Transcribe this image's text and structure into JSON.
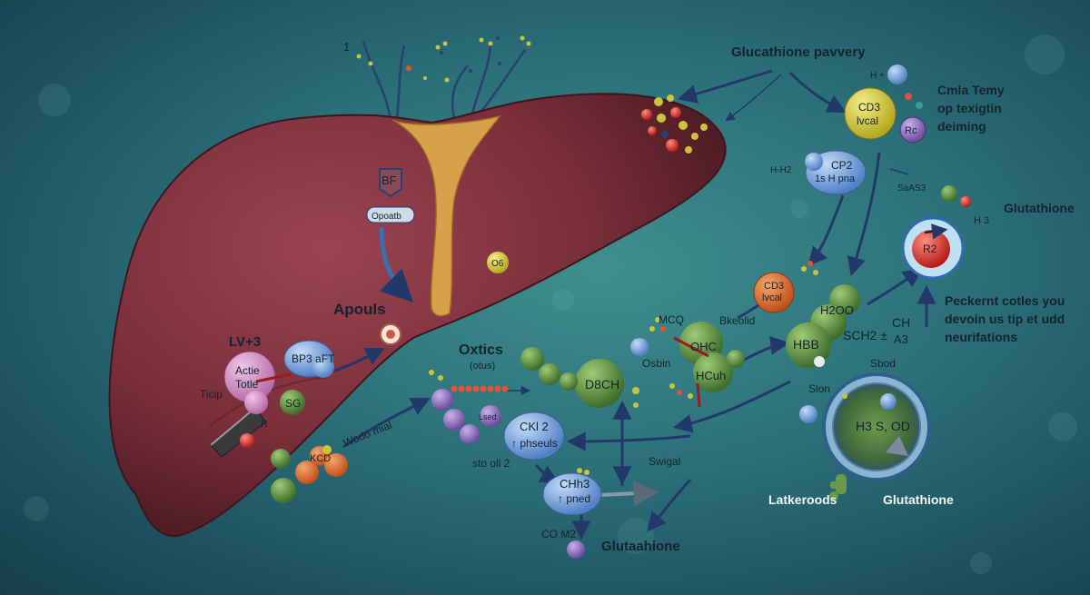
{
  "labels": {
    "one": "1",
    "pathway_title": "Glucathione pavvery",
    "h_plus": "H +",
    "cd3_yellow_1": "CD3",
    "cd3_yellow_2": "lvcal",
    "rc": "Rc",
    "cmla_1": "Cmla Temy",
    "cmla_2": "op texigtin",
    "cmla_3": "deiming",
    "h_h2": "H-H2",
    "cp2_1": "CP2",
    "cp2_2": "1s H pna",
    "sas3": "SaAS3",
    "glutathione_right": "Glutathione",
    "h3_right": "H 3",
    "r_cell": "R2",
    "bf": "BF",
    "opoatb": "Opoatb",
    "o6": "O6",
    "cd3_orange_1": "CD3",
    "cd3_orange_2": "lvcal",
    "h2oo": "H2OO",
    "apouls": "Apouls",
    "peckernt_1": "Peckernt cotles you",
    "peckernt_2": "devoin us tip et udd",
    "peckernt_3": "neurifations",
    "lv3": "LV+3",
    "bp": "BP3 aFT",
    "actie_1": "Actie",
    "actie_2": "Totle",
    "ticip": "Ticip",
    "sg": "SG",
    "r_small": "R",
    "mcq": "MCQ",
    "bkeolid": "Bkeolid",
    "sch2": "SCH2 ±",
    "ch": "CH",
    "a3": "A3",
    "oxtics": "Oxtics",
    "oxtics_sub": "(otus)",
    "och": "OHC",
    "osbin": "Osbin",
    "hcuh": "HCuh",
    "d8ch": "D8CH",
    "hbb": "HBB",
    "sbod": "Sbod",
    "slon": "Slon",
    "h3sod": "H3 S, OD",
    "wodo": "Wodo mial",
    "kcd": "KCD",
    "ckl": "CKl 2",
    "ckl_sub": "↑ phseuls",
    "sto": "sto oll 2",
    "swigal": "Swigal",
    "chh3": "CHh3",
    "pned": "↑ pned",
    "lsed": "Lsed",
    "com2": "CO M2",
    "glutaahione": "Glutaahione",
    "latkeroods": "Latkeroods",
    "glutathione_bottom": "Glutathione"
  },
  "colors": {
    "liver": "#7a2f3a",
    "liver_shadow": "#5e2029",
    "gallbladder": "#d9a04a",
    "arrow": "#2a3f73",
    "green_mol": "#5c8a3e",
    "blue_mol": "#6c9fdc",
    "yellow_mol": "#c9c43a",
    "orange_mol": "#d86a2a",
    "purple_mol": "#8a6ab8"
  }
}
